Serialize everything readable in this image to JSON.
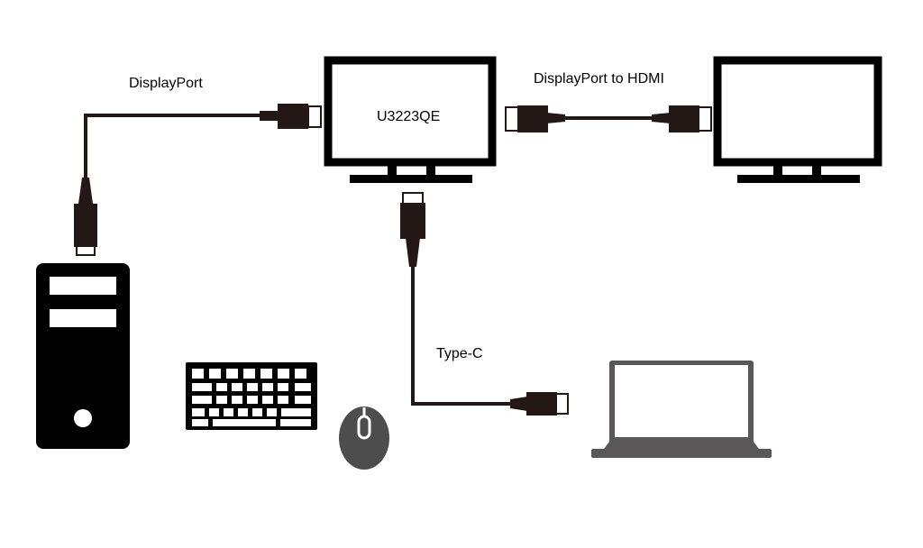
{
  "labels": {
    "cable_displayport": "DisplayPort",
    "monitor_model": "U3223QE",
    "cable_dp_to_hdmi": "DisplayPort to HDMI",
    "cable_type_c": "Type-C"
  },
  "colors": {
    "black": "#000000",
    "plug": "#231815",
    "laptop_gray": "#595757",
    "mouse_gray": "#4d4d4d",
    "white": "#ffffff"
  },
  "icons": [
    "desktop-tower-icon",
    "keyboard-icon",
    "mouse-icon",
    "laptop-icon",
    "monitor-icon"
  ]
}
